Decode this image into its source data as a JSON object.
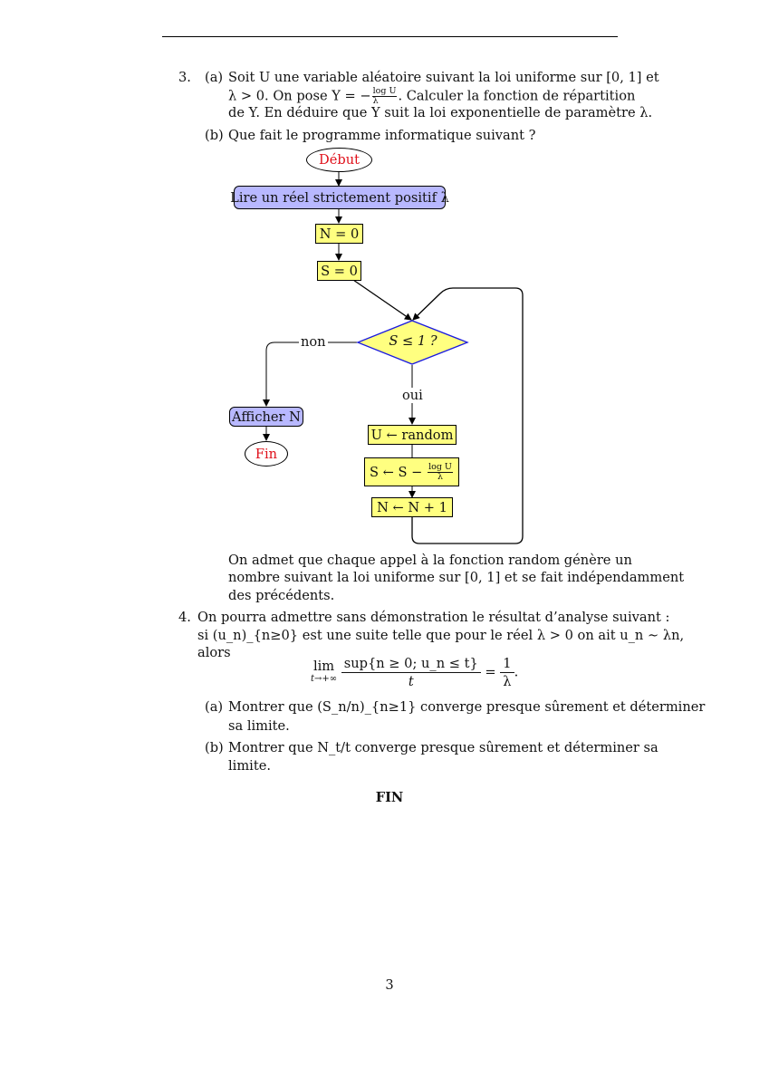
{
  "q3": {
    "number": "3.",
    "a_label": "(a)",
    "a_line1": "Soit U une variable aléatoire suivant la loi uniforme sur [0, 1] et",
    "a_line2_pre": "λ > 0. On pose Y = −",
    "a_line2_frac_num": "log U",
    "a_line2_frac_den": "λ",
    "a_line2_post": ". Calculer la fonction de répartition",
    "a_line3": "de Y. En déduire que Y suit la loi exponentielle de paramètre λ.",
    "b_label": "(b)",
    "b_text": "Que fait le programme informatique suivant ?"
  },
  "flowchart": {
    "start": "Début",
    "read": "Lire un réel strictement positif λ",
    "n_init": "N = 0",
    "s_init": "S = 0",
    "condition": "S ≤ 1 ?",
    "no_label": "non",
    "yes_label": "oui",
    "display": "Afficher N",
    "end": "Fin",
    "u_assign": "U ← random",
    "s_update_pre": "S ← S −",
    "s_update_frac_num": "log U",
    "s_update_frac_den": "λ",
    "n_update": "N ← N + 1",
    "colors": {
      "process": "#ffff80",
      "io": "#b8b8ff",
      "terminal_text": "#e0101a",
      "decision_border": "#1a1ae0"
    }
  },
  "admit": {
    "line1": "On admet que chaque appel à la fonction random génère un",
    "line2": "nombre suivant la loi uniforme sur [0, 1] et se fait indépendamment",
    "line3": "des précédents."
  },
  "q4": {
    "number": "4.",
    "line1": "On pourra admettre sans démonstration le résultat d’analyse suivant :",
    "line2": "si (u_n)_{n≥0} est une suite telle que pour le réel λ > 0 on ait u_n ∼ λn,",
    "line3": "alors",
    "formula_lim": "lim",
    "formula_sub": "t→+∞",
    "formula_num": "sup{n ≥ 0; u_n ≤ t}",
    "formula_den": "t",
    "formula_rhs": "=",
    "formula_rhs_num": "1",
    "formula_rhs_den": "λ",
    "a_label": "(a)",
    "a_line1": "Montrer que (S_n/n)_{n≥1} converge presque sûrement et déterminer",
    "a_line2": "sa limite.",
    "b_label": "(b)",
    "b_line1": "Montrer que N_t/t converge presque sûrement et déterminer sa",
    "b_line2": "limite."
  },
  "footer": {
    "end_text": "FIN",
    "page_number": "3"
  }
}
